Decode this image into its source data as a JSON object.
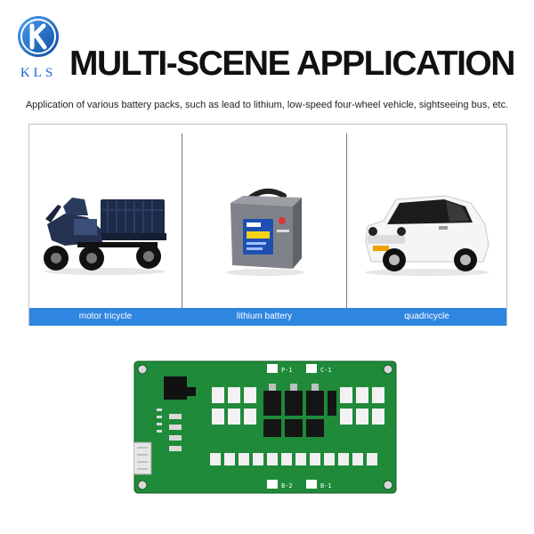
{
  "brand": {
    "logo_text": "KLS",
    "logo_letter": "K"
  },
  "title": "MULTI-SCENE APPLICATION",
  "subtitle": "Application of various battery packs, such as lead to lithium, low-speed four-wheel vehicle, sightseeing bus, etc.",
  "scenes": [
    {
      "caption": "motor tricycle",
      "image": "motor-tricycle-photo"
    },
    {
      "caption": "lithium battery",
      "image": "lithium-battery-photo"
    },
    {
      "caption": "quadricycle",
      "image": "quadricycle-photo"
    }
  ],
  "pcb": {
    "image": "bms-circuit-board-photo",
    "labels": {
      "p_minus": "P-1",
      "c_minus": "C-1",
      "b_minus": "B-2",
      "b_minus_1": "B-1"
    }
  },
  "colors": {
    "accent": "#2f86e0",
    "logo_blue": "#1a66c8",
    "pcb_green": "#1f8a3a"
  }
}
